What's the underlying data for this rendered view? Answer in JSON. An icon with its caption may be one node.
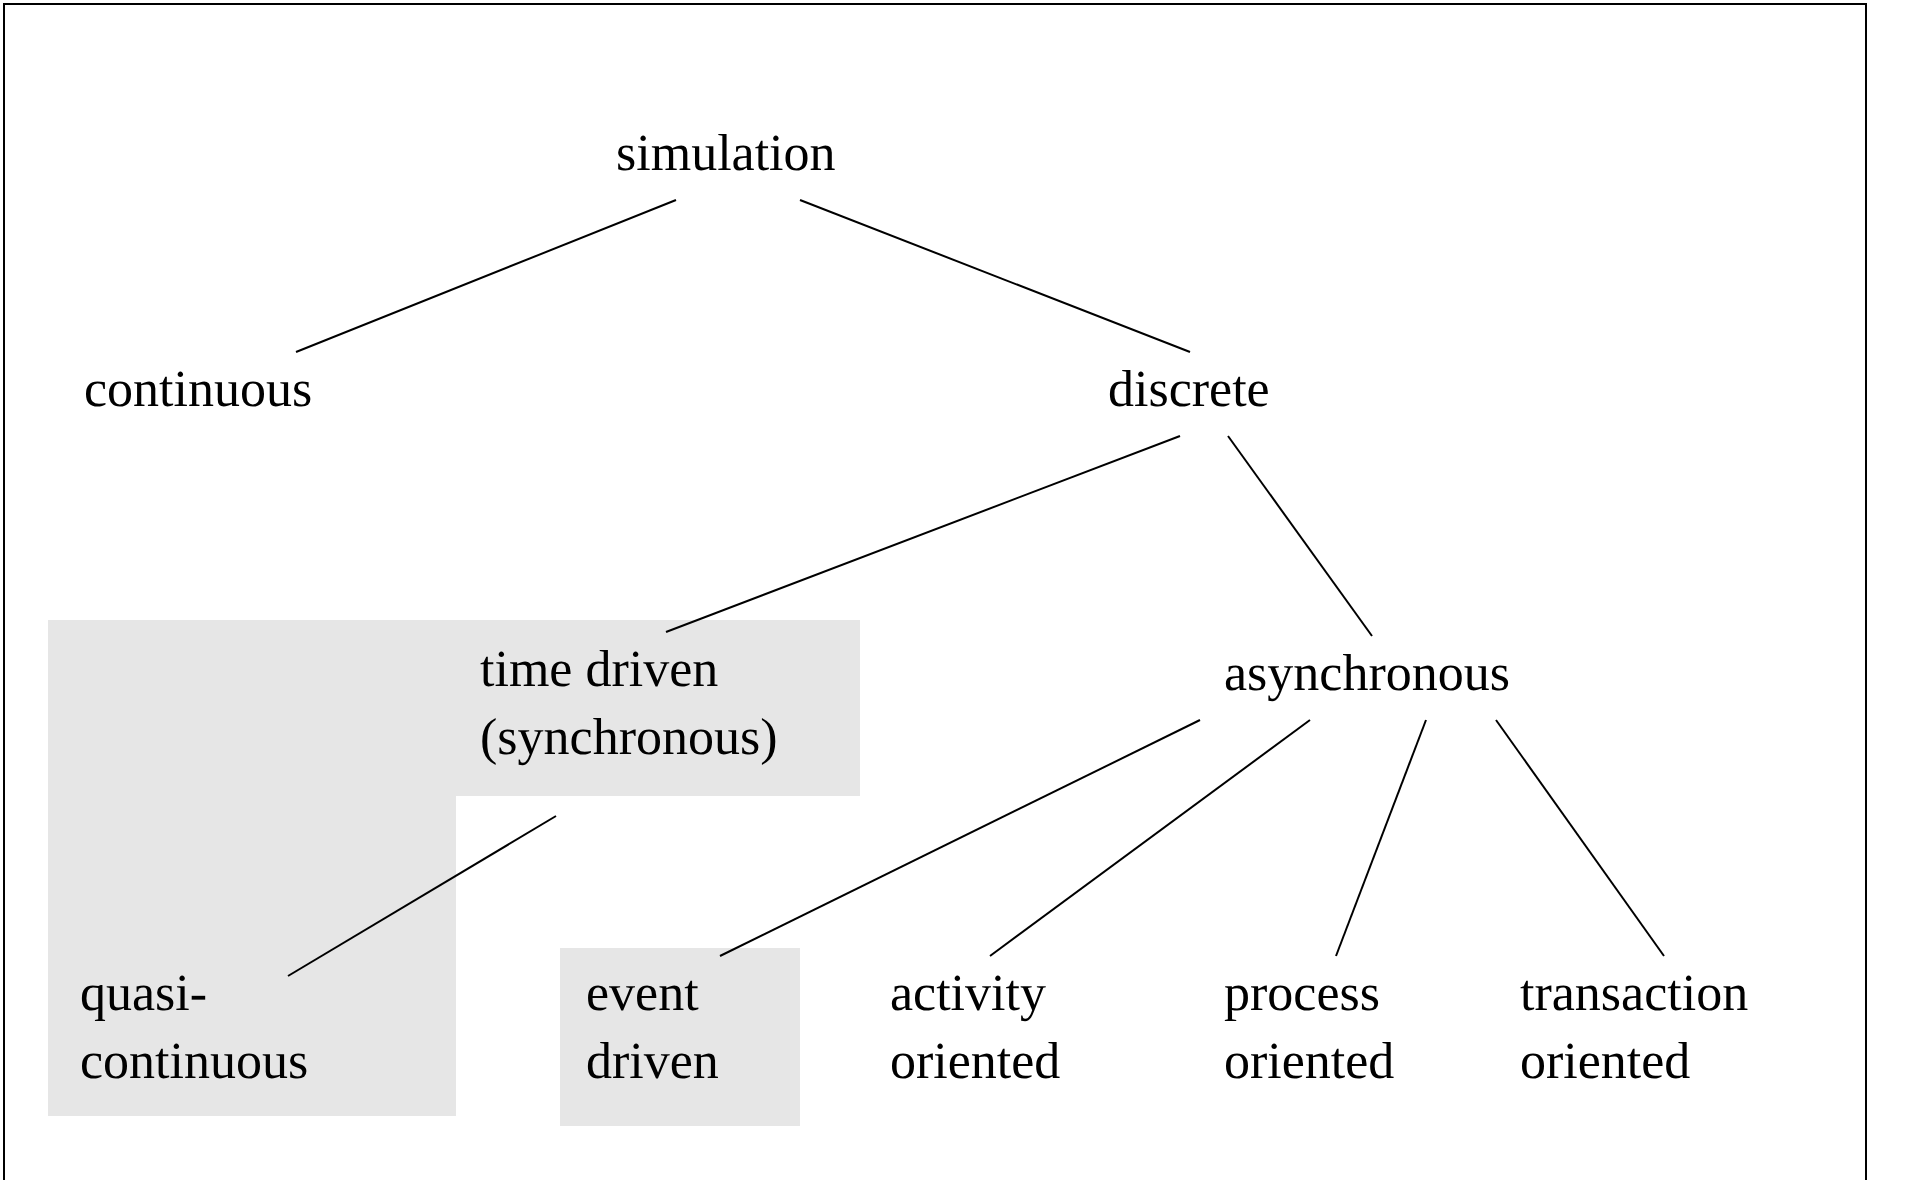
{
  "diagram": {
    "nodes": [
      {
        "text": [
          "simulation"
        ]
      },
      {
        "text": [
          "continuous"
        ]
      },
      {
        "text": [
          "discrete"
        ]
      },
      {
        "text": [
          "time driven (synchronous)"
        ]
      },
      {
        "text": [
          "asynchronous"
        ]
      },
      {
        "text": [
          "quasi- continuous"
        ]
      },
      {
        "text": [
          "event driven"
        ]
      },
      {
        "text": [
          "activity oriented"
        ]
      },
      {
        "text": [
          "process oriented"
        ]
      },
      {
        "text": [
          "transaction oriented"
        ]
      }
    ],
    "edges": [
      {
        "from": 0,
        "to": 1,
        "arrow": "none"
      },
      {
        "from": 0,
        "to": 2,
        "arrow": "none"
      },
      {
        "from": 2,
        "to": 3,
        "arrow": "none"
      },
      {
        "from": 2,
        "to": 4,
        "arrow": "none"
      },
      {
        "from": 3,
        "to": 5,
        "arrow": "none"
      },
      {
        "from": 4,
        "to": 6,
        "arrow": "none"
      },
      {
        "from": 4,
        "to": 7,
        "arrow": "none"
      },
      {
        "from": 4,
        "to": 8,
        "arrow": "none"
      },
      {
        "from": 4,
        "to": 9,
        "arrow": "none"
      }
    ]
  }
}
